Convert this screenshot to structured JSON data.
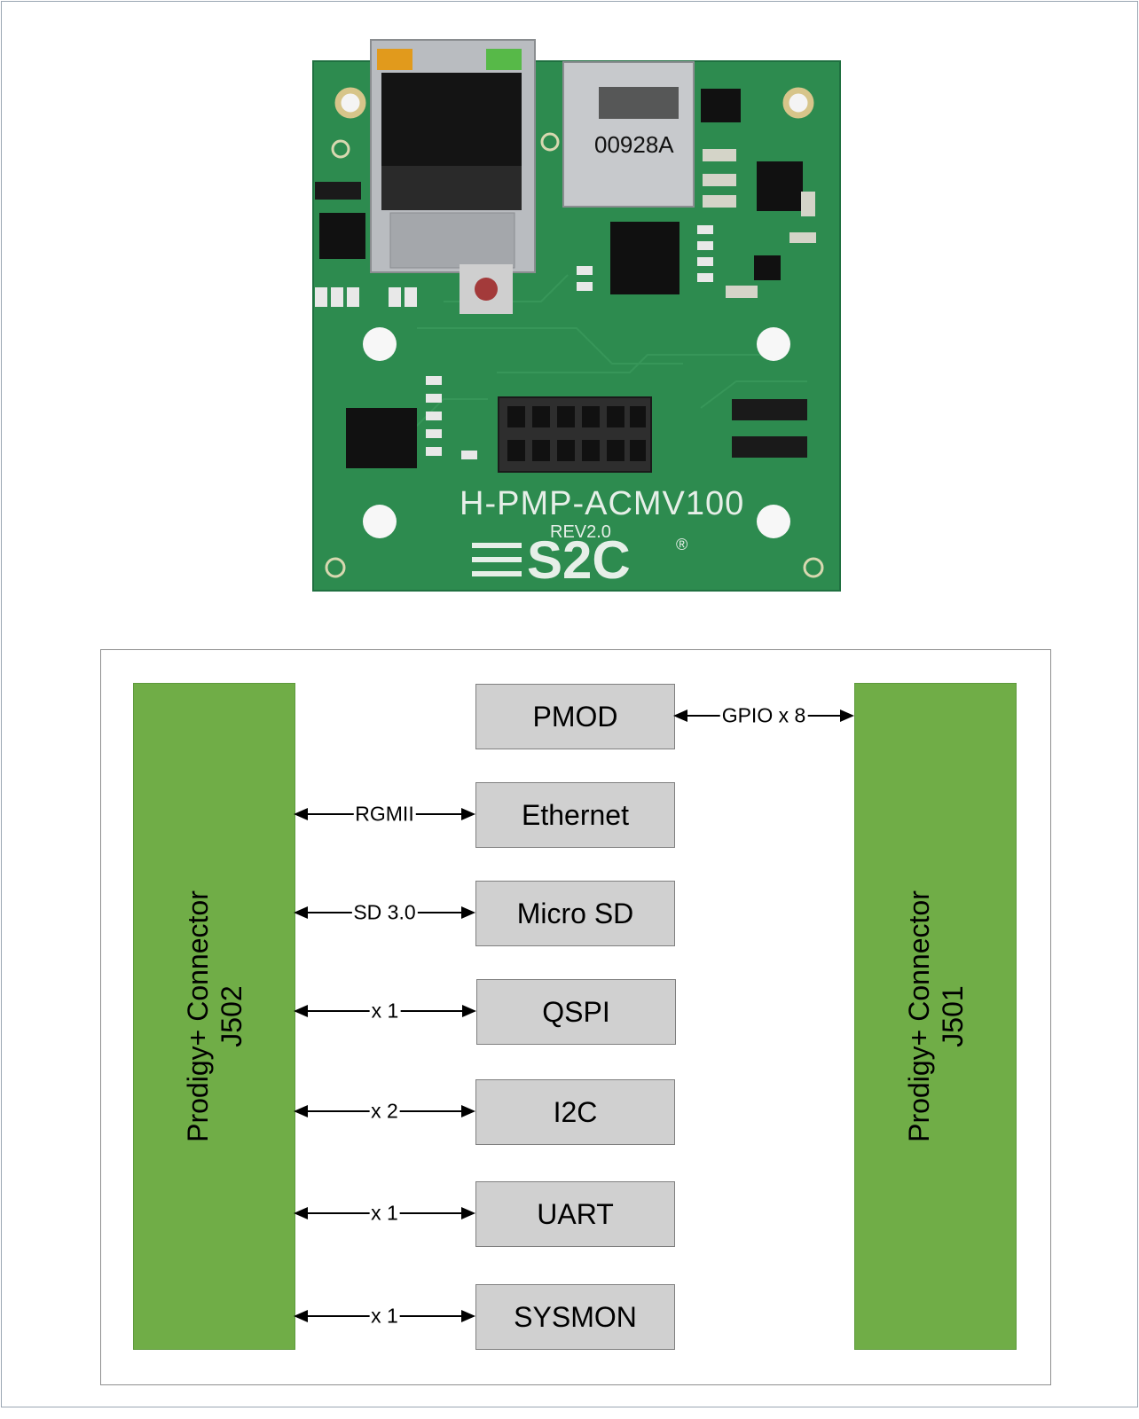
{
  "board": {
    "model": "H-PMP-ACMV100",
    "revision": "REV2.0",
    "brand": "S2C",
    "sd_chip_text": "00928A",
    "colors": {
      "pcb": "#2d8b4f",
      "pcb_edge": "#1f7040",
      "silk": "#e6efe8",
      "metal": "#b9bcc0"
    }
  },
  "diagram": {
    "left_connector": {
      "line1": "Prodigy+ Connector",
      "line2": "J502"
    },
    "right_connector": {
      "line1": "Prodigy+ Connector",
      "line2": "J501"
    },
    "blocks": [
      {
        "id": "pmod",
        "label": "PMOD",
        "link": "GPIO x 8",
        "side": "right"
      },
      {
        "id": "ethernet",
        "label": "Ethernet",
        "link": "RGMII",
        "side": "left"
      },
      {
        "id": "microsd",
        "label": "Micro SD",
        "link": "SD 3.0",
        "side": "left"
      },
      {
        "id": "qspi",
        "label": "QSPI",
        "link": "x 1",
        "side": "left"
      },
      {
        "id": "i2c",
        "label": "I2C",
        "link": "x 2",
        "side": "left"
      },
      {
        "id": "uart",
        "label": "UART",
        "link": "x 1",
        "side": "left"
      },
      {
        "id": "sysmon",
        "label": "SYSMON",
        "link": "x 1",
        "side": "left"
      }
    ],
    "colors": {
      "connector": "#70ad47",
      "block": "#d0d0d0",
      "block_border": "#7f7f7f"
    }
  }
}
